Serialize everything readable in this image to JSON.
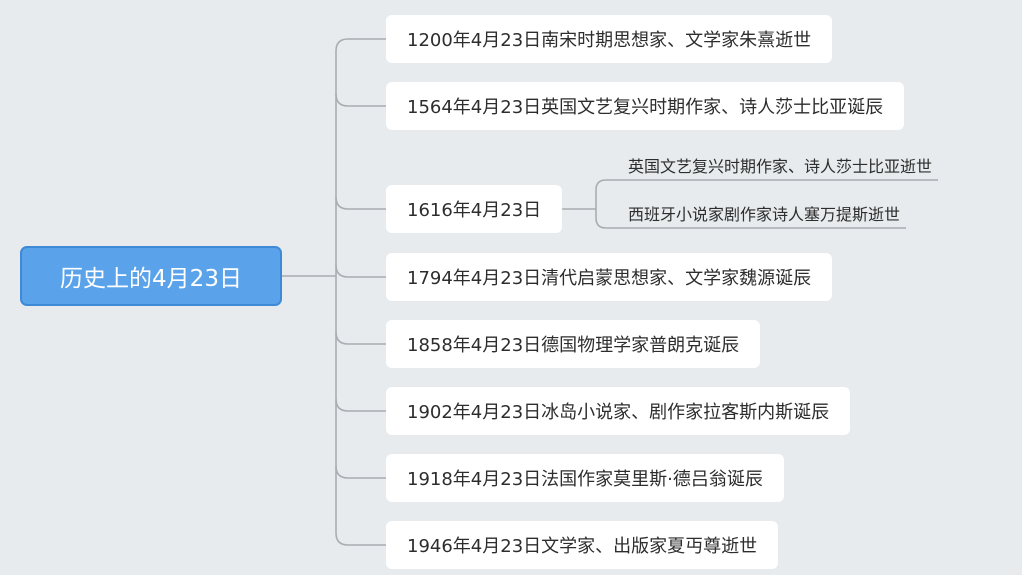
{
  "mindmap": {
    "root": {
      "label": "历史上的4月23日"
    },
    "branches": [
      {
        "label": "1200年4月23日南宋时期思想家、文学家朱熹逝世"
      },
      {
        "label": "1564年4月23日英国文艺复兴时期作家、诗人莎士比亚诞辰"
      },
      {
        "label": "1616年4月23日",
        "children": [
          {
            "label": "英国文艺复兴时期作家、诗人莎士比亚逝世"
          },
          {
            "label": "西班牙小说家剧作家诗人塞万提斯逝世"
          }
        ]
      },
      {
        "label": "1794年4月23日清代启蒙思想家、文学家魏源诞辰"
      },
      {
        "label": "1858年4月23日德国物理学家普朗克诞辰"
      },
      {
        "label": "1902年4月23日冰岛小说家、剧作家拉客斯内斯诞辰"
      },
      {
        "label": "1918年4月23日法国作家莫里斯·德吕翁诞辰"
      },
      {
        "label": "1946年4月23日文学家、出版家夏丏尊逝世"
      }
    ]
  },
  "colors": {
    "background": "#e7ebee",
    "root_fill": "#5aa3ea",
    "root_border": "#3e8ad6",
    "node_fill": "#ffffff",
    "connector": "#a9adb1",
    "text": "#2d2d2d"
  }
}
